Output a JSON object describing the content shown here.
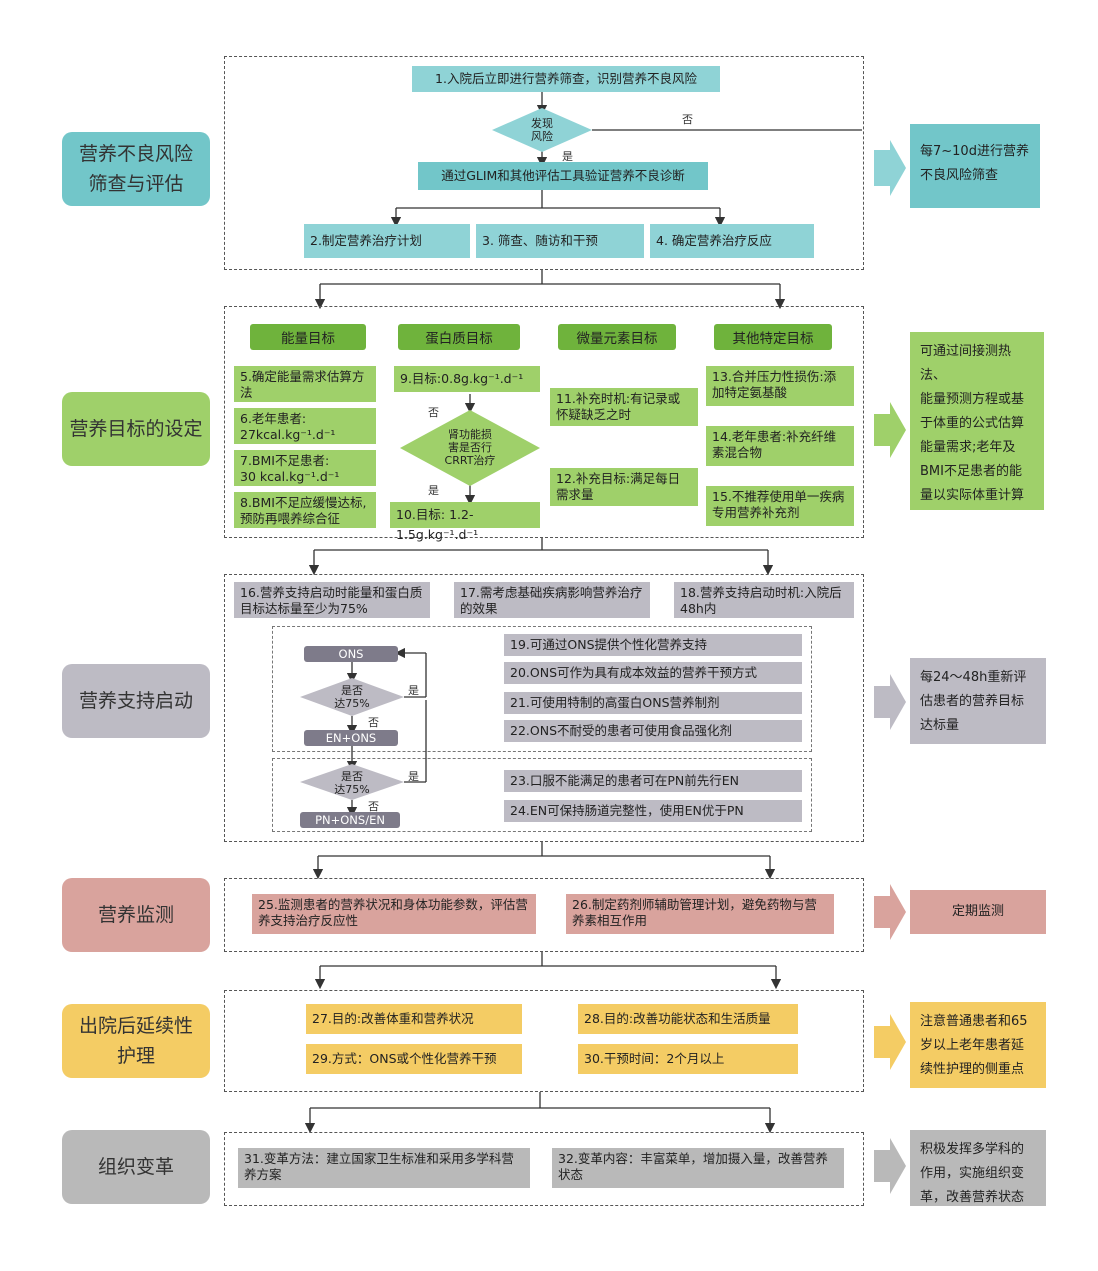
{
  "sections": [
    {
      "label": "营养不良风险\n筛查与评估"
    },
    {
      "label": "营养目标的设定"
    },
    {
      "label": "营养支持启动"
    },
    {
      "label": "营养监测"
    },
    {
      "label": "出院后延续性\n护理"
    },
    {
      "label": "组织变革"
    }
  ],
  "side_notes": [
    "每7~10d进行营养\n不良风险筛查",
    "可通过间接测热法、\n能量预测方程或基\n于体重的公式估算\n能量需求;老年及\nBMI不足患者的能\n量以实际体重计算",
    "每24～48h重新评\n估患者的营养目标\n达标量",
    "定期监测",
    "注意普通患者和65\n岁以上老年患者延\n续性护理的侧重点",
    "积极发挥多学科的\n作用，实施组织变\n革，改善营养状态"
  ],
  "s1": {
    "step1": "1.入院后立即进行营养筛查，识别营养不良风险",
    "diamond": "发现\n风险",
    "yes": "是",
    "no": "否",
    "glim": "通过GLIM和其他评估工具验证营养不良诊断",
    "step2": "2.制定营养治疗计划",
    "step3": "3. 筛查、随访和干预",
    "step4": "4. 确定营养治疗反应"
  },
  "s2": {
    "h_energy": "能量目标",
    "h_protein": "蛋白质目标",
    "h_micro": "微量元素目标",
    "h_other": "其他特定目标",
    "b5": "5.确定能量需求估算方法",
    "b6": "6.老年患者:\n27kcal.kg⁻¹.d⁻¹",
    "b7": "7.BMI不足患者:\n30 kcal.kg⁻¹.d⁻¹",
    "b8": "8.BMI不足应缓慢达标,预防再喂养综合征",
    "b9": "9.目标:0.8g.kg⁻¹.d⁻¹",
    "diamond": "肾功能损\n害是否行\nCRRT治疗",
    "no": "否",
    "yes": "是",
    "b10": "10.目标: 1.2-1.5g.kg⁻¹.d⁻¹",
    "b11": "11.补充时机:有记录或怀疑缺乏之时",
    "b12": "12.补充目标:满足每日需求量",
    "b13": "13.合并压力性损伤:添加特定氨基酸",
    "b14": "14.老年患者:补充纤维素混合物",
    "b15": "15.不推荐使用单一疾病专用营养补充剂"
  },
  "s3": {
    "b16": "16.营养支持启动时能量和蛋白质目标达标量至少为75%",
    "b17": "17.需考虑基础疾病影响营养治疗的效果",
    "b18": "18.营养支持启动时机:入院后48h内",
    "ons": "ONS",
    "d1": "是否\n达75%",
    "yes": "是",
    "no": "否",
    "en_ons": "EN+ONS",
    "d2": "是否\n达75%",
    "pn": "PN+ONS/EN",
    "b19": "19.可通过ONS提供个性化营养支持",
    "b20": "20.ONS可作为具有成本效益的营养干预方式",
    "b21": "21.可使用特制的高蛋白ONS营养制剂",
    "b22": "22.ONS不耐受的患者可使用食品强化剂",
    "b23": "23.口服不能满足的患者可在PN前先行EN",
    "b24": "24.EN可保持肠道完整性，使用EN优于PN"
  },
  "s4": {
    "b25": "25.监测患者的营养状况和身体功能参数，评估营养支持治疗反应性",
    "b26": "26.制定药剂师辅助管理计划，避免药物与营养素相互作用"
  },
  "s5": {
    "b27": "27.目的:改善体重和营养状况",
    "b28": "28.目的:改善功能状态和生活质量",
    "b29": "29.方式：ONS或个性化营养干预",
    "b30": "30.干预时间：2个月以上"
  },
  "s6": {
    "b31": "31.变革方法：建立国家卫生标准和采用多学科营养方案",
    "b32": "32.变革内容：丰富菜单，增加摄入量，改善营养状态"
  },
  "colors": {
    "teal": "#72c6c9",
    "green": "#9fd06a",
    "green_dark": "#6fb33c",
    "gray": "#bdbbc4",
    "pink": "#d9a39d",
    "yellow": "#f4cc64",
    "silver": "#b9b9b9"
  }
}
